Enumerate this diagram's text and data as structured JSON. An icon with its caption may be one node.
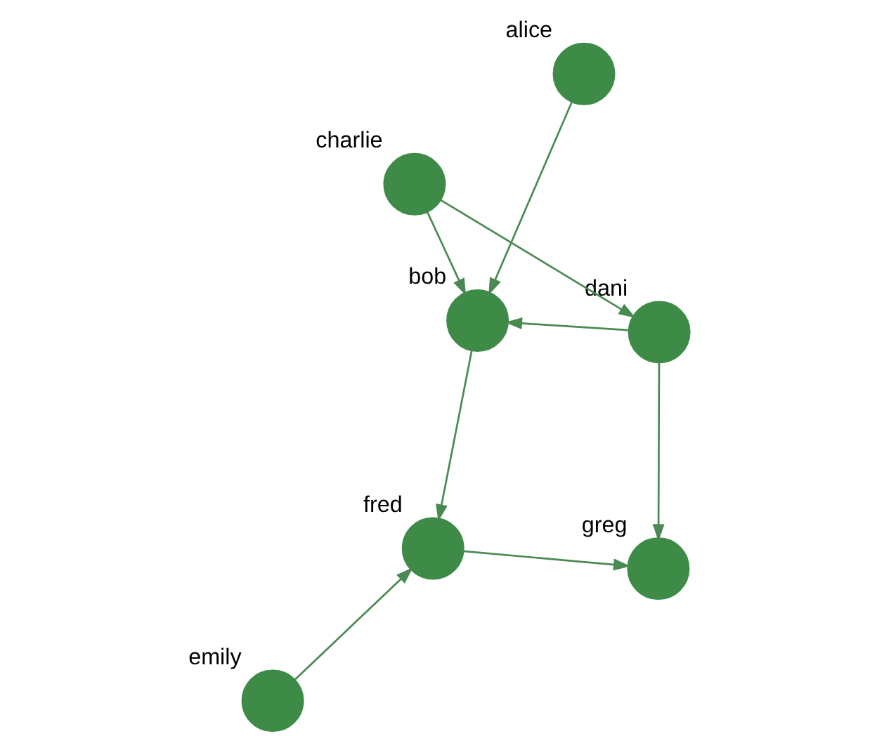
{
  "diagram": {
    "nodes": [
      {
        "text": [
          "charlie"
        ]
      },
      {
        "text": [
          "dani"
        ]
      },
      {
        "text": [
          "greg"
        ]
      },
      {
        "text": [
          "bob"
        ]
      },
      {
        "text": [
          "fred"
        ]
      },
      {
        "text": [
          "alice"
        ]
      },
      {
        "text": [
          "emily"
        ]
      }
    ],
    "edges": [
      {
        "from": 0,
        "to": 1,
        "arrow": "to"
      },
      {
        "from": 1,
        "to": 2,
        "arrow": "to"
      },
      {
        "from": 0,
        "to": 3,
        "arrow": "to"
      },
      {
        "from": 1,
        "to": 3,
        "arrow": "to"
      },
      {
        "from": 3,
        "to": 4,
        "arrow": "to"
      },
      {
        "from": 4,
        "to": 2,
        "arrow": "to"
      },
      {
        "from": 5,
        "to": 3,
        "arrow": "to"
      },
      {
        "from": 6,
        "to": 4,
        "arrow": "to"
      }
    ]
  }
}
